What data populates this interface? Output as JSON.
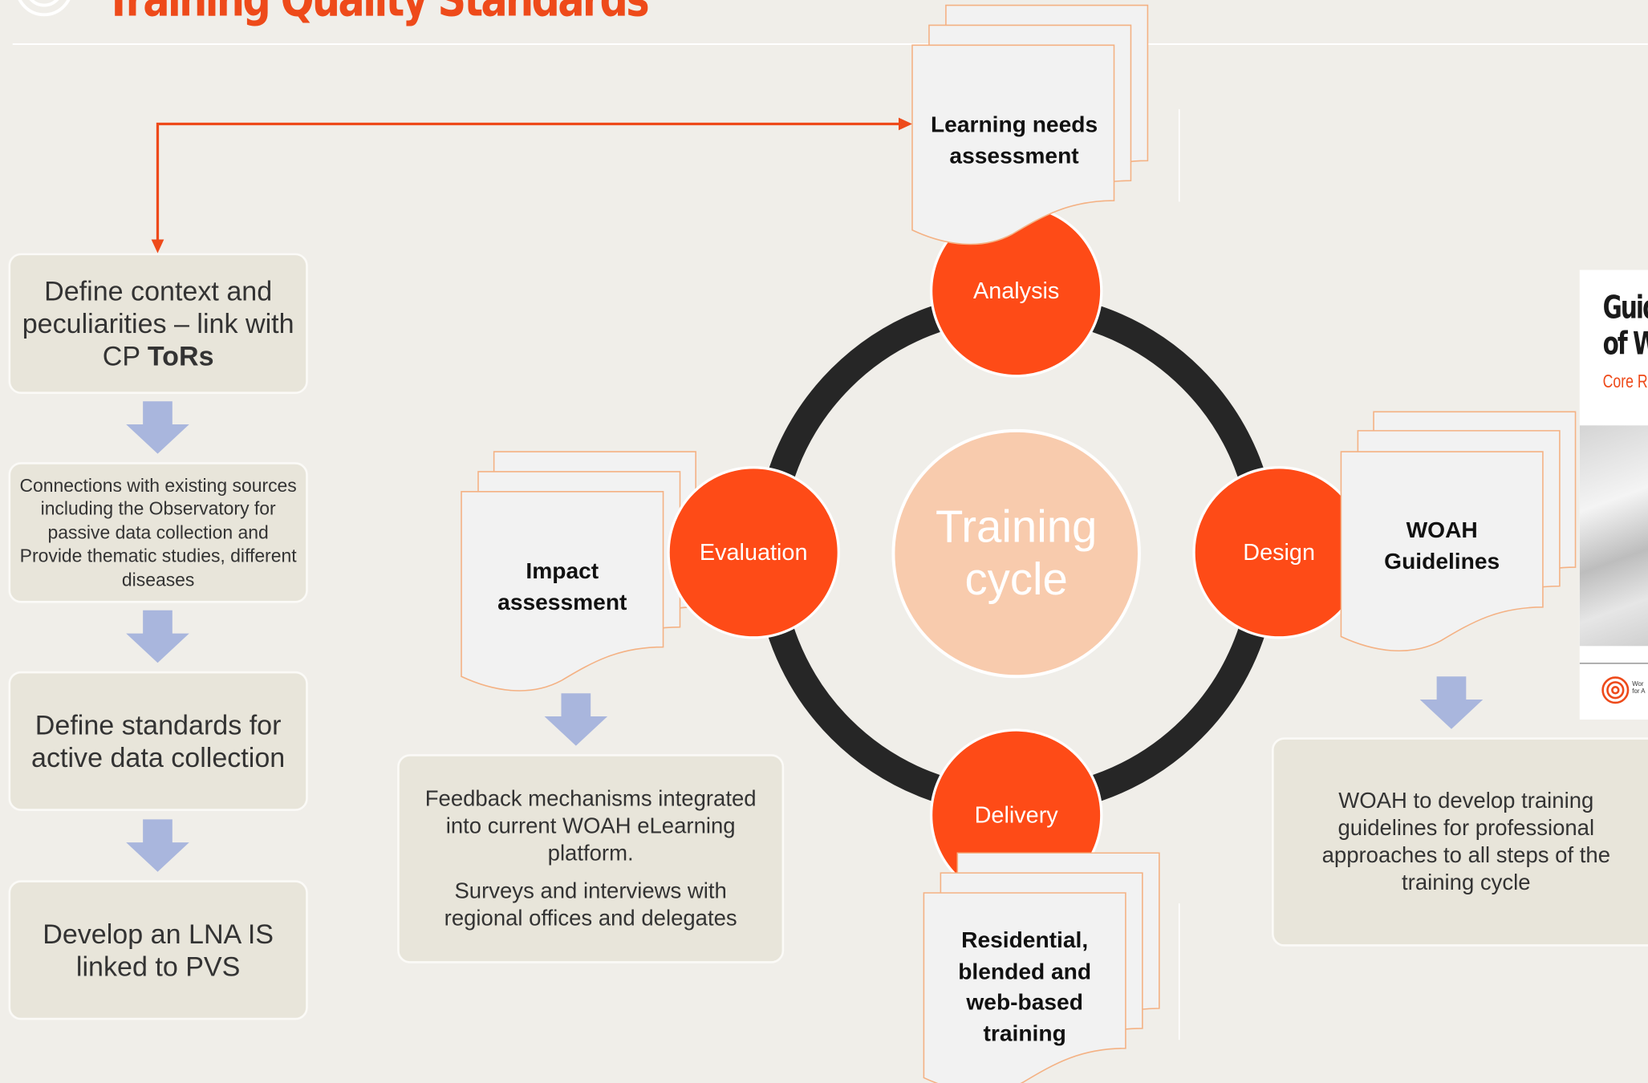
{
  "page": {
    "title": "Training Quality Standards"
  },
  "cycle": {
    "center_label": "Training cycle",
    "stages": {
      "analysis": "Analysis",
      "design": "Design",
      "delivery": "Delivery",
      "evaluation": "Evaluation"
    }
  },
  "documents": {
    "lna": "Learning needs assessment",
    "impact": "Impact assessment",
    "guidelines": "WOAH Guidelines",
    "delivery_modes": "Residential, blended and web-based training"
  },
  "left_flow": {
    "step1_text": "Define context and peculiarities – link with CP ",
    "step1_bold": "ToRs",
    "step2": "Connections with existing sources including the Observatory for passive data collection and Provide thematic studies, different diseases",
    "step3": "Define standards for active data collection",
    "step4": "Develop an LNA IS linked to PVS"
  },
  "feedback_box": {
    "line1": "Feedback mechanisms integrated into current WOAH eLearning platform.",
    "line2": "Surveys and interviews with regional offices and delegates"
  },
  "guidelines_box": {
    "text": "WOAH to develop training guidelines for professional approaches to all steps of the training cycle"
  },
  "cover_thumbnail": {
    "title": "Guide\nof WO",
    "subtitle": "Core Req",
    "org": "Wor\nfor A"
  },
  "colors": {
    "accent": "#fe4b17",
    "center": "#f8cbad",
    "ring": "#262626",
    "arrow": "#a9b6dd",
    "box": "#e8e5da",
    "background": "#f0eee9"
  }
}
